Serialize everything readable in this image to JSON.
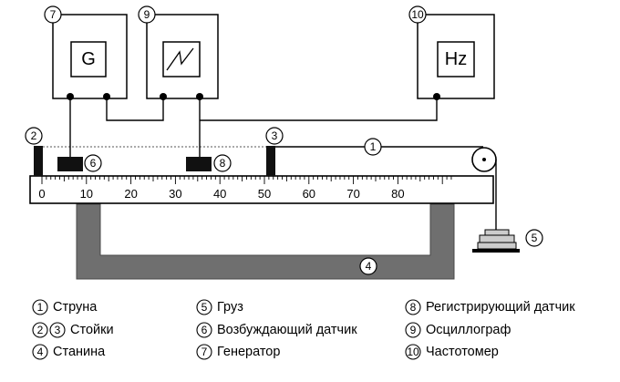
{
  "instruments": {
    "generator": {
      "num": "7",
      "symbol": "G"
    },
    "oscillograph": {
      "num": "9"
    },
    "frequency_meter": {
      "num": "10",
      "symbol": "Hz"
    }
  },
  "callouts": {
    "string": "1",
    "stand_left": "2",
    "stand_right": "3",
    "frame": "4",
    "weight": "5",
    "exciting_sensor": "6",
    "recording_sensor": "8"
  },
  "ruler": {
    "tick_labels": [
      "0",
      "10",
      "20",
      "30",
      "40",
      "50",
      "60",
      "70",
      "80"
    ]
  },
  "legend": {
    "col1": [
      {
        "nums": [
          "1"
        ],
        "label": "Струна"
      },
      {
        "nums": [
          "2",
          "3"
        ],
        "label": "Стойки"
      },
      {
        "nums": [
          "4"
        ],
        "label": "Станина"
      }
    ],
    "col2": [
      {
        "nums": [
          "5"
        ],
        "label": "Груз"
      },
      {
        "nums": [
          "6"
        ],
        "label": "Возбуждающий датчик"
      },
      {
        "nums": [
          "7"
        ],
        "label": "Генератор"
      }
    ],
    "col3": [
      {
        "nums": [
          "8"
        ],
        "label": "Регистрирующий датчик"
      },
      {
        "nums": [
          "9"
        ],
        "label": "Осциллограф"
      },
      {
        "nums": [
          "10"
        ],
        "label": "Частотомер"
      }
    ]
  }
}
